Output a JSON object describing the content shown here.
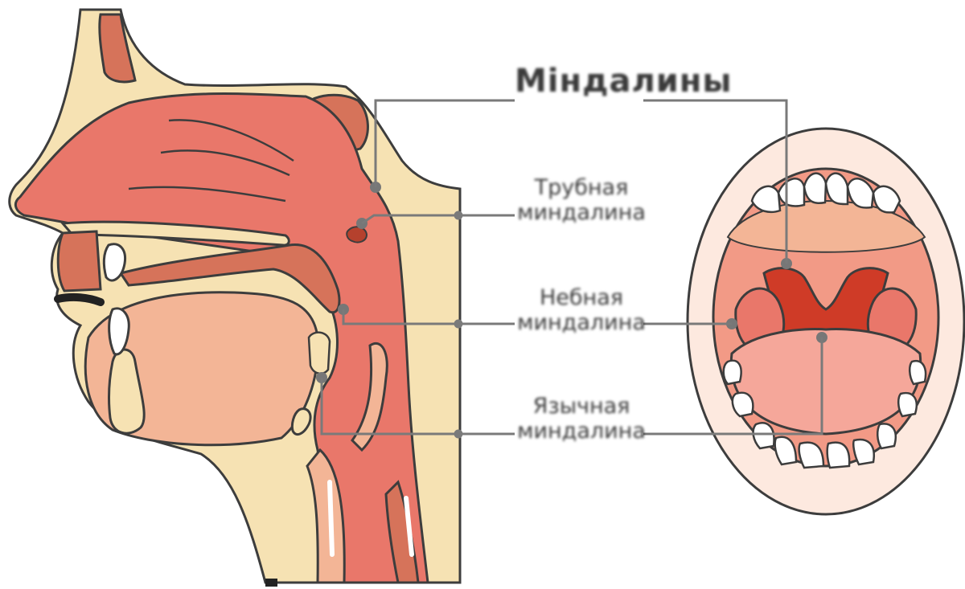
{
  "diagram": {
    "title_label": "Miндалины",
    "labels": [
      {
        "id": "adenoid",
        "line1": "Трубная",
        "line2": "миндалина"
      },
      {
        "id": "palatine",
        "line1": "Небная",
        "line2": "миндалина"
      },
      {
        "id": "lingual",
        "line1": "Язычная",
        "line2": "миндалина"
      }
    ]
  },
  "colors": {
    "skin": "#f6e2b3",
    "outline": "#3d3d3d",
    "mucosa": "#e9776a",
    "mucosa_light": "#f3a48f",
    "tissue": "#f3b596",
    "tonsil": "#d6735a",
    "throat_dark": "#cf3b27",
    "lip_inner": "#fde9df",
    "teeth": "#ffffff",
    "leader_line": "#7a7a7a"
  }
}
